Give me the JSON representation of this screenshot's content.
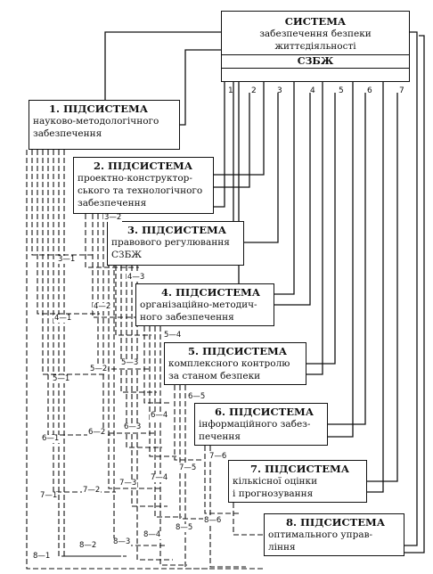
{
  "system": {
    "title": "СИСТЕМА",
    "line1": "забезпечення безпеки",
    "line2": "життєдіяльності",
    "abbr": "СЗБЖ",
    "channels": [
      "1",
      "2",
      "3",
      "4",
      "5",
      "6",
      "7"
    ]
  },
  "subsystems": [
    {
      "title": "1. ПІДСИСТЕМА",
      "lines": [
        "науково-методологічного",
        "забезпечення"
      ]
    },
    {
      "title": "2. ПІДСИСТЕМА",
      "lines": [
        "проектно-конструктор-",
        "ського та технологічного",
        "забезпечення"
      ]
    },
    {
      "title": "3. ПІДСИСТЕМА",
      "lines": [
        "правового регулювання",
        "СЗБЖ"
      ]
    },
    {
      "title": "4. ПІДСИСТЕМА",
      "lines": [
        "організаційно-методич-",
        "ного забезпечення"
      ]
    },
    {
      "title": "5. ПІДСИСТЕМА",
      "lines": [
        "комплексного контролю",
        "за станом безпеки"
      ]
    },
    {
      "title": "6. ПІДСИСТЕМА",
      "lines": [
        "інформаційного забез-",
        "печення"
      ]
    },
    {
      "title": "7. ПІДСИСТЕМА",
      "lines": [
        "кількісної оцінки",
        "і прогнозування"
      ]
    },
    {
      "title": "8. ПІДСИСТЕМА",
      "lines": [
        "оптимального управ-",
        "ління"
      ]
    }
  ],
  "links": [
    "3—2",
    "3—1",
    "4—3",
    "4—2",
    "4—1",
    "5—4",
    "5—3",
    "5—2",
    "5—1",
    "6—5",
    "6—4",
    "6—3",
    "6—2",
    "6—1",
    "7—6",
    "7—5",
    "7—4",
    "7—3",
    "7—2",
    "7—1",
    "8—6",
    "8—5",
    "8—4",
    "8—3",
    "8—2",
    "8—1"
  ]
}
